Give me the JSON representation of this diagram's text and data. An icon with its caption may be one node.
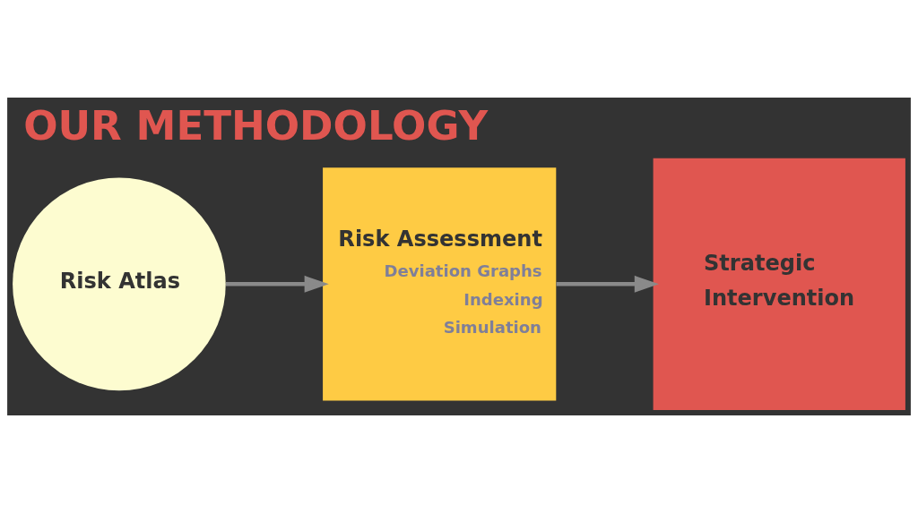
{
  "diagram": {
    "title": "OUR METHODOLOGY",
    "nodes": [
      {
        "text": [
          "Risk Atlas"
        ]
      },
      {
        "text": [
          "Risk Assessment",
          "Deviation Graphs",
          "Indexing",
          "Simulation"
        ]
      },
      {
        "text": [
          "Strategic",
          "Intervention"
        ]
      }
    ],
    "edges": [
      {
        "from": 0,
        "to": 1,
        "arrow": "to"
      },
      {
        "from": 1,
        "to": 2,
        "arrow": "to"
      }
    ]
  }
}
